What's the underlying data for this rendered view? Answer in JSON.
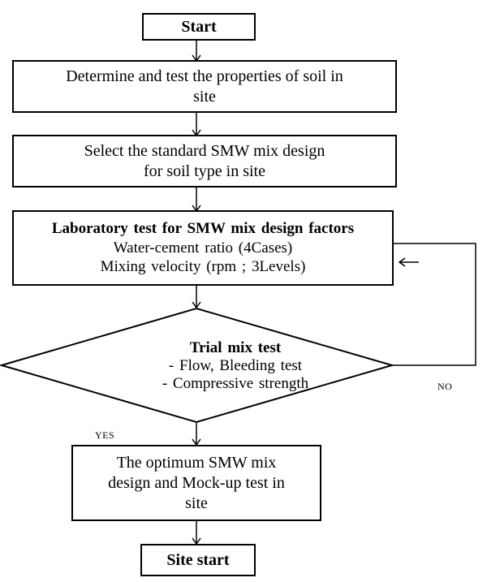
{
  "flowchart": {
    "start": "Start",
    "step1": {
      "line1": "Determine and test the properties of soil in",
      "line2": "site"
    },
    "step2": {
      "line1": "Select the standard SMW mix design",
      "line2": "for soil type in site"
    },
    "step3": {
      "title": "Laboratory test for SMW mix design factors",
      "line1": "Water-cement ratio (4Cases)",
      "line2": "Mixing velocity (rpm ; 3Levels)"
    },
    "decision": {
      "title": "Trial mix test",
      "line1": "- Flow, Bleeding test",
      "line2": "- Compressive strength"
    },
    "yes_label": "YES",
    "no_label": "NO",
    "step4": {
      "line1": "The optimum SMW mix",
      "line2": "design and Mock-up test in",
      "line3": "site"
    },
    "end": "Site start"
  }
}
